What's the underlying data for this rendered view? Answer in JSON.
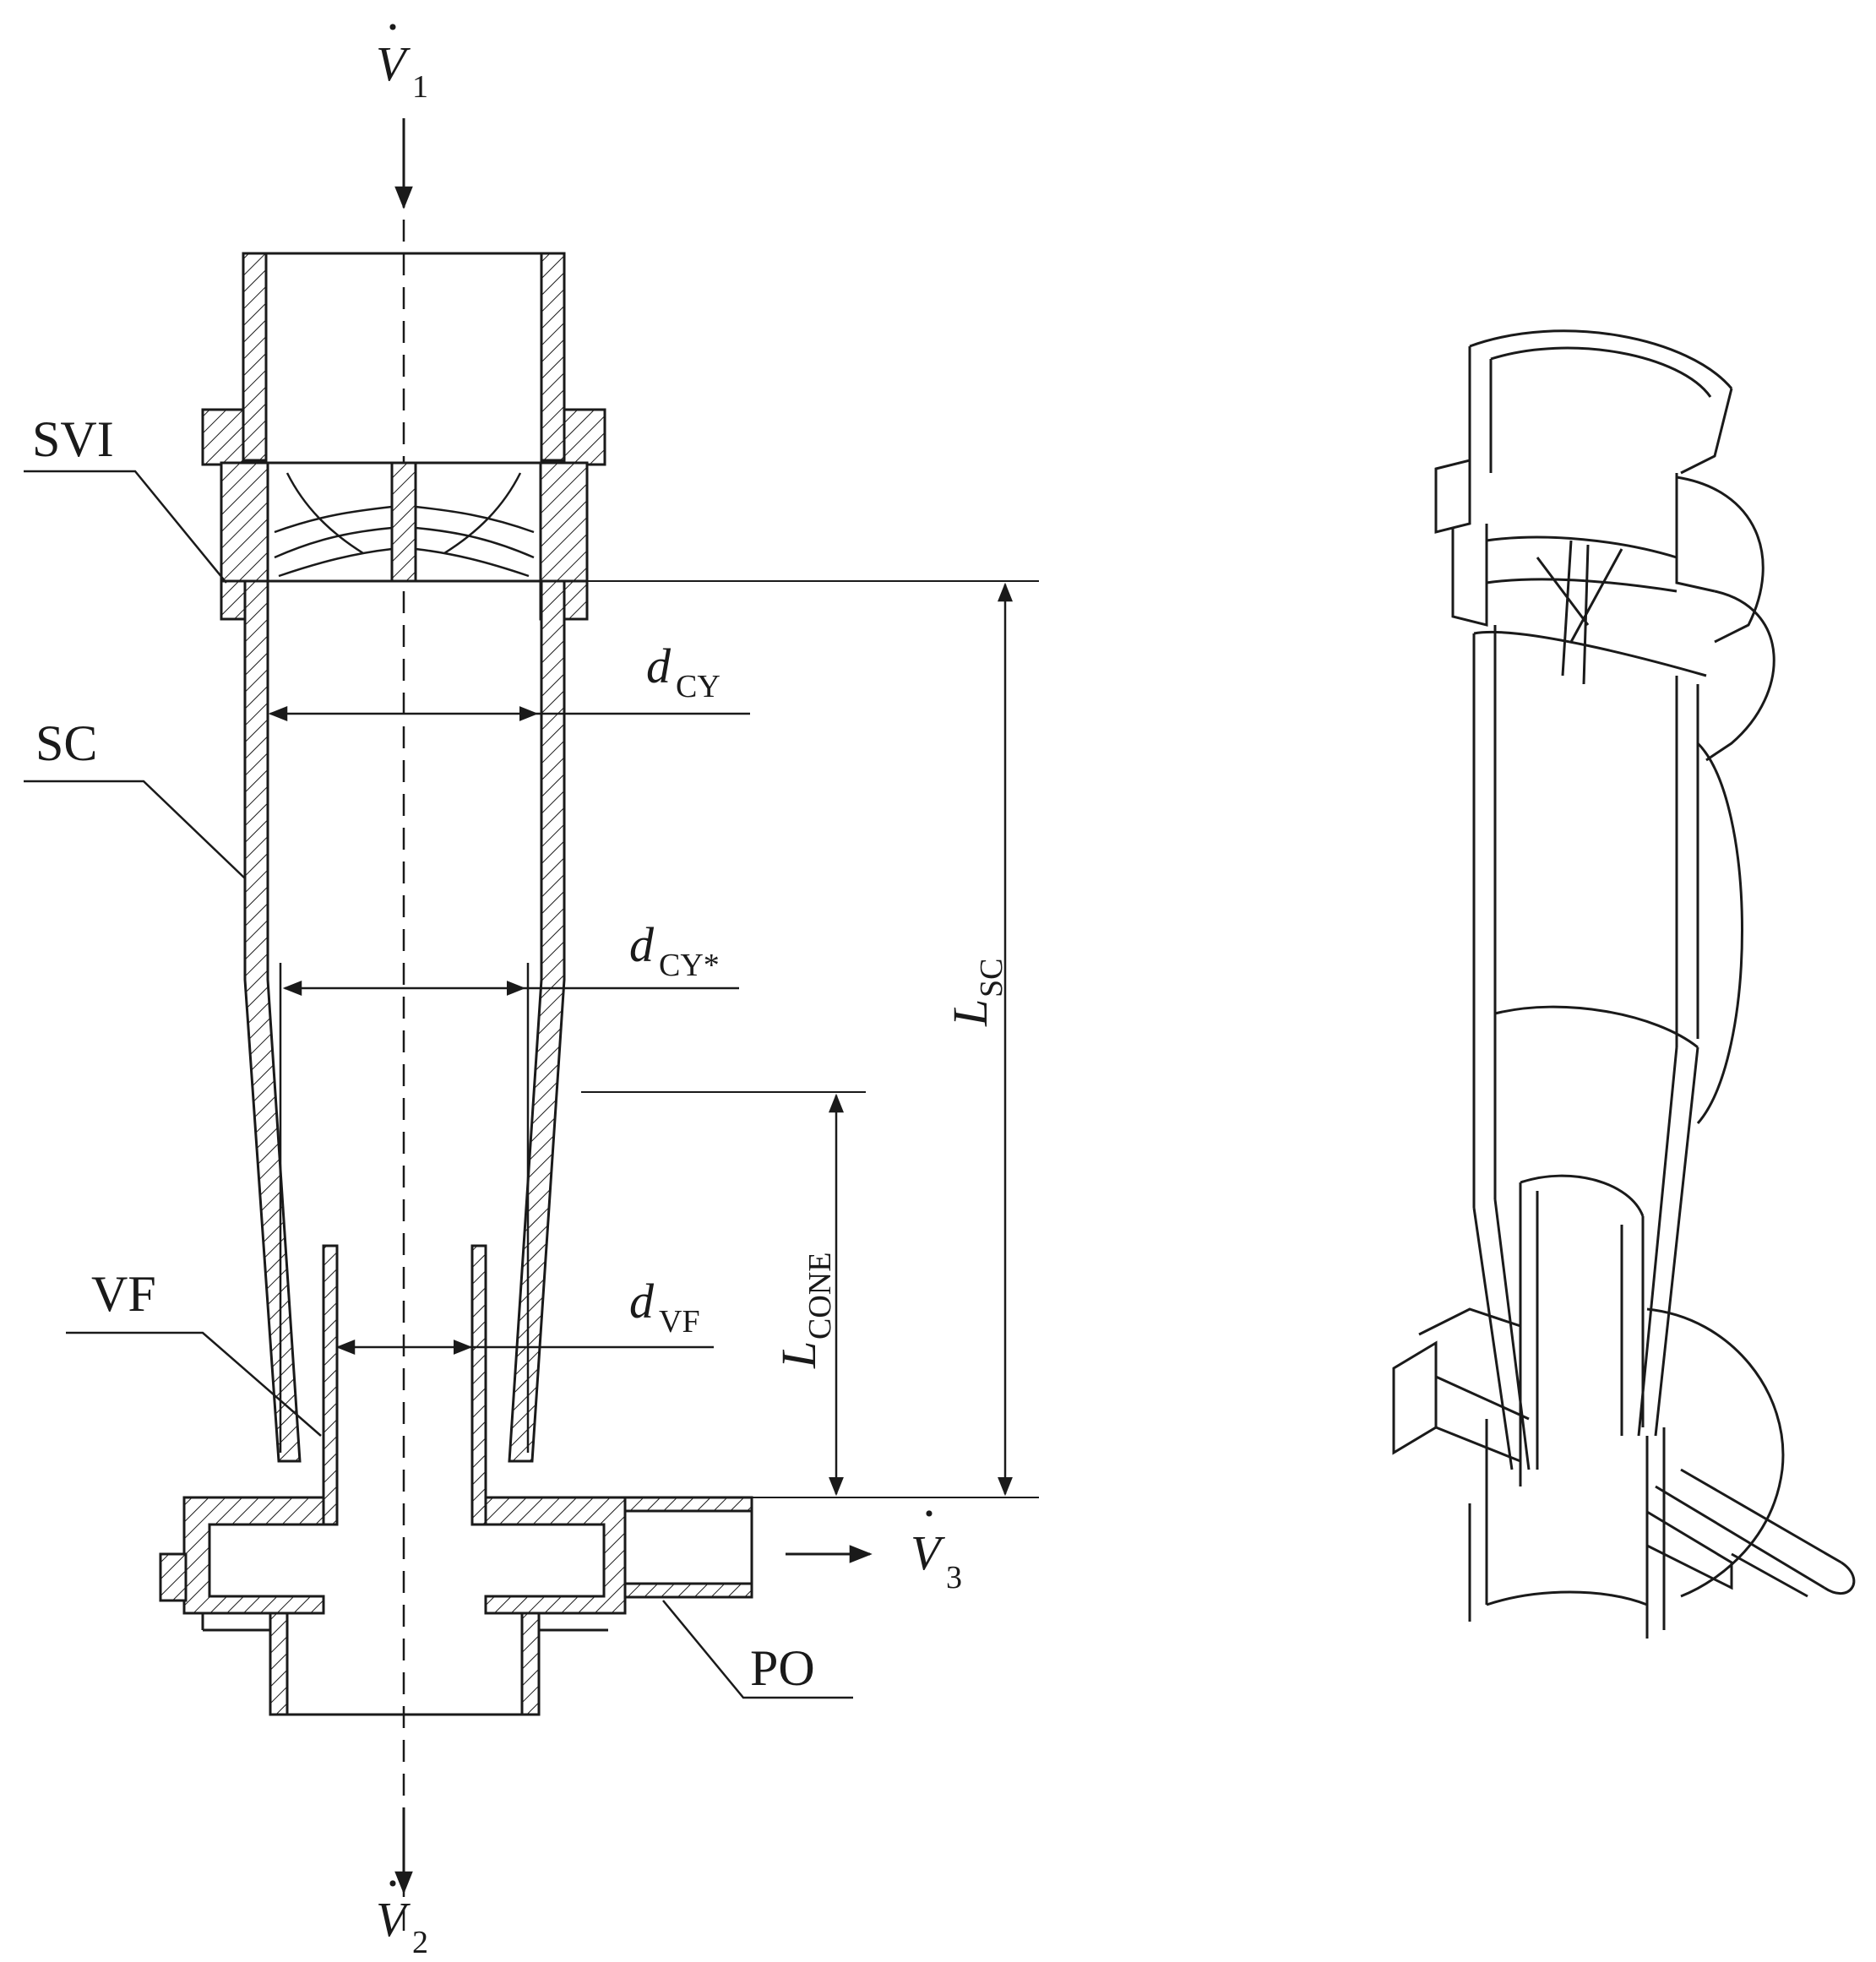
{
  "labels": {
    "svi": "SVI",
    "sc": "SC",
    "vf": "VF",
    "po": "PO"
  },
  "flows": {
    "v1": {
      "symbol": "V",
      "subscript": "1"
    },
    "v2": {
      "symbol": "V",
      "subscript": "2"
    },
    "v3": {
      "symbol": "V",
      "subscript": "3"
    }
  },
  "dimensions": {
    "d_cy": {
      "symbol": "d",
      "subscript": "CY"
    },
    "d_cy_star": {
      "symbol": "d",
      "subscript": "CY*"
    },
    "d_vf": {
      "symbol": "d",
      "subscript": "VF"
    },
    "l_sc": {
      "symbol": "L",
      "subscript": "SC"
    },
    "l_cone": {
      "symbol": "L",
      "subscript": "CONE"
    }
  },
  "colors": {
    "line": "#1a1a1a",
    "background": "#ffffff"
  }
}
